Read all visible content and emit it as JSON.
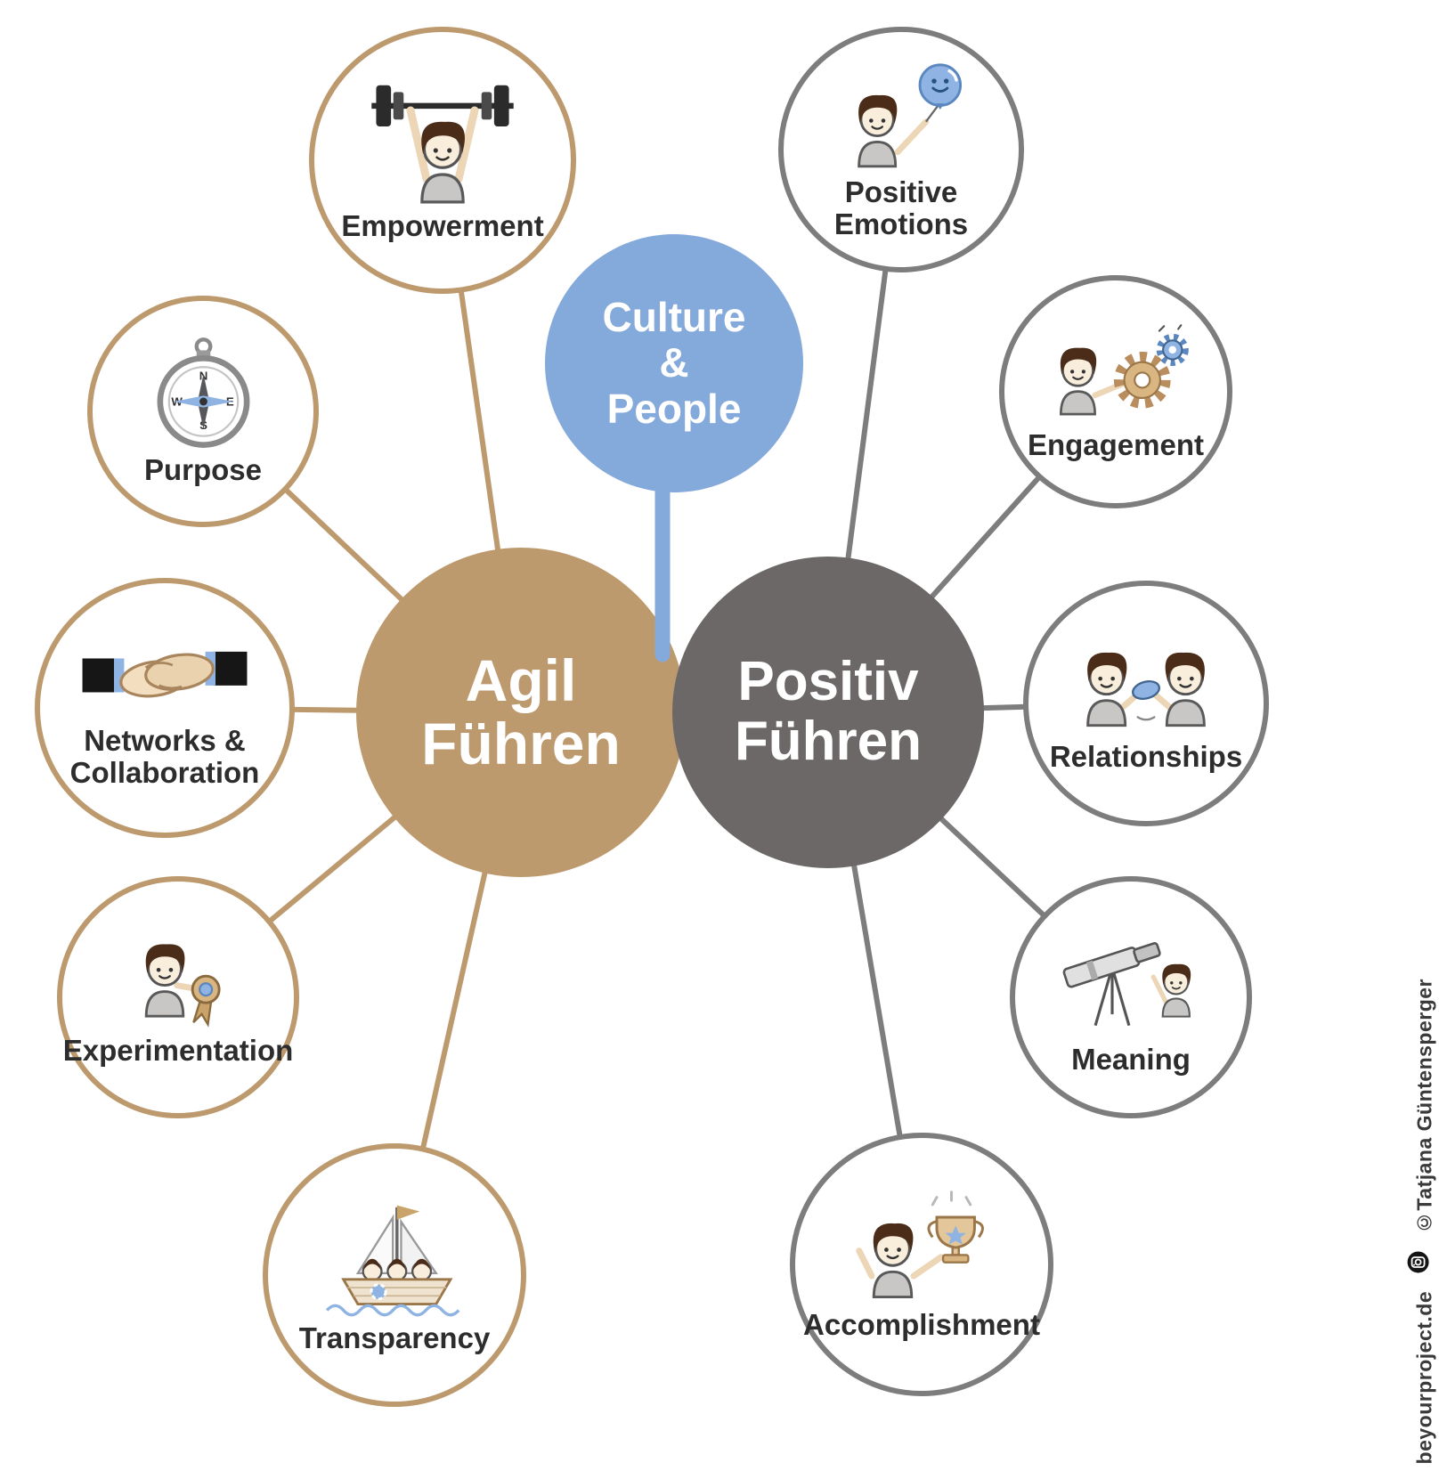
{
  "colors": {
    "blue": "#84a9db",
    "tan": "#bd9a6e",
    "gray": "#6b6867",
    "grayline": "#7d7d7d",
    "text": "#2d2d2d"
  },
  "center_bubble": {
    "label": "Culture\n&\nPeople"
  },
  "hubs": {
    "agil": {
      "label": "Agil\nFühren"
    },
    "positiv": {
      "label": "Positiv\nFühren"
    }
  },
  "satellites": [
    {
      "id": "empowerment",
      "label": "Empowerment",
      "group": "agil"
    },
    {
      "id": "purpose",
      "label": "Purpose",
      "group": "agil"
    },
    {
      "id": "networks",
      "label": "Networks &\nCollaboration",
      "group": "agil"
    },
    {
      "id": "experimentation",
      "label": "Experimentation",
      "group": "agil"
    },
    {
      "id": "transparency",
      "label": "Transparency",
      "group": "agil"
    },
    {
      "id": "positive-emotions",
      "label": "Positive\nEmotions",
      "group": "positiv"
    },
    {
      "id": "engagement",
      "label": "Engagement",
      "group": "positiv"
    },
    {
      "id": "relationships",
      "label": "Relationships",
      "group": "positiv"
    },
    {
      "id": "meaning",
      "label": "Meaning",
      "group": "positiv"
    },
    {
      "id": "accomplishment",
      "label": "Accomplishment",
      "group": "positiv"
    }
  ],
  "watermark": {
    "site": "beyourproject.de",
    "credit": "©Tatjana Güntensperger"
  }
}
